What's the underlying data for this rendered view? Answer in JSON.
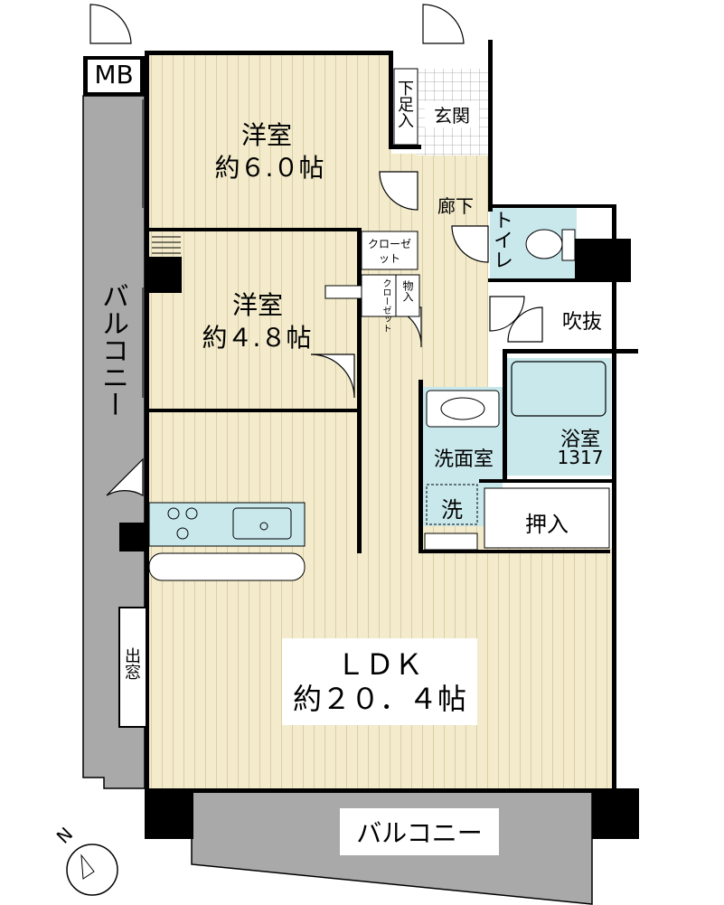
{
  "rooms": {
    "western_1": {
      "name": "洋室",
      "size": "約６.０帖"
    },
    "western_2": {
      "name": "洋室",
      "size": "約４.８帖"
    },
    "ldk": {
      "name": "ＬＤＫ",
      "size": "約２０．４帖"
    },
    "entrance": "玄関",
    "shoe_storage": "下足入",
    "corridor": "廊下",
    "toilet": "トイレ",
    "closet_1": "クローゼット",
    "closet_2": "クローゼット",
    "storage": "物入",
    "atrium": "吹抜",
    "bath": {
      "name": "浴室",
      "size": "1317"
    },
    "washroom": "洗面室",
    "laundry": "洗",
    "oshiire": "押入",
    "bay_window": "出窓",
    "meter_box": "MB",
    "balcony_west": "バルコニー",
    "balcony_south": "バルコニー"
  },
  "compass": {
    "label": "N",
    "icon": "north-arrow-icon"
  },
  "colors": {
    "floor": "#f3ebcb",
    "floor_stripe": "#d8cfa8",
    "balcony": "#a9a9a9",
    "wet_area": "#c9e8ec",
    "wall": "#000000"
  }
}
